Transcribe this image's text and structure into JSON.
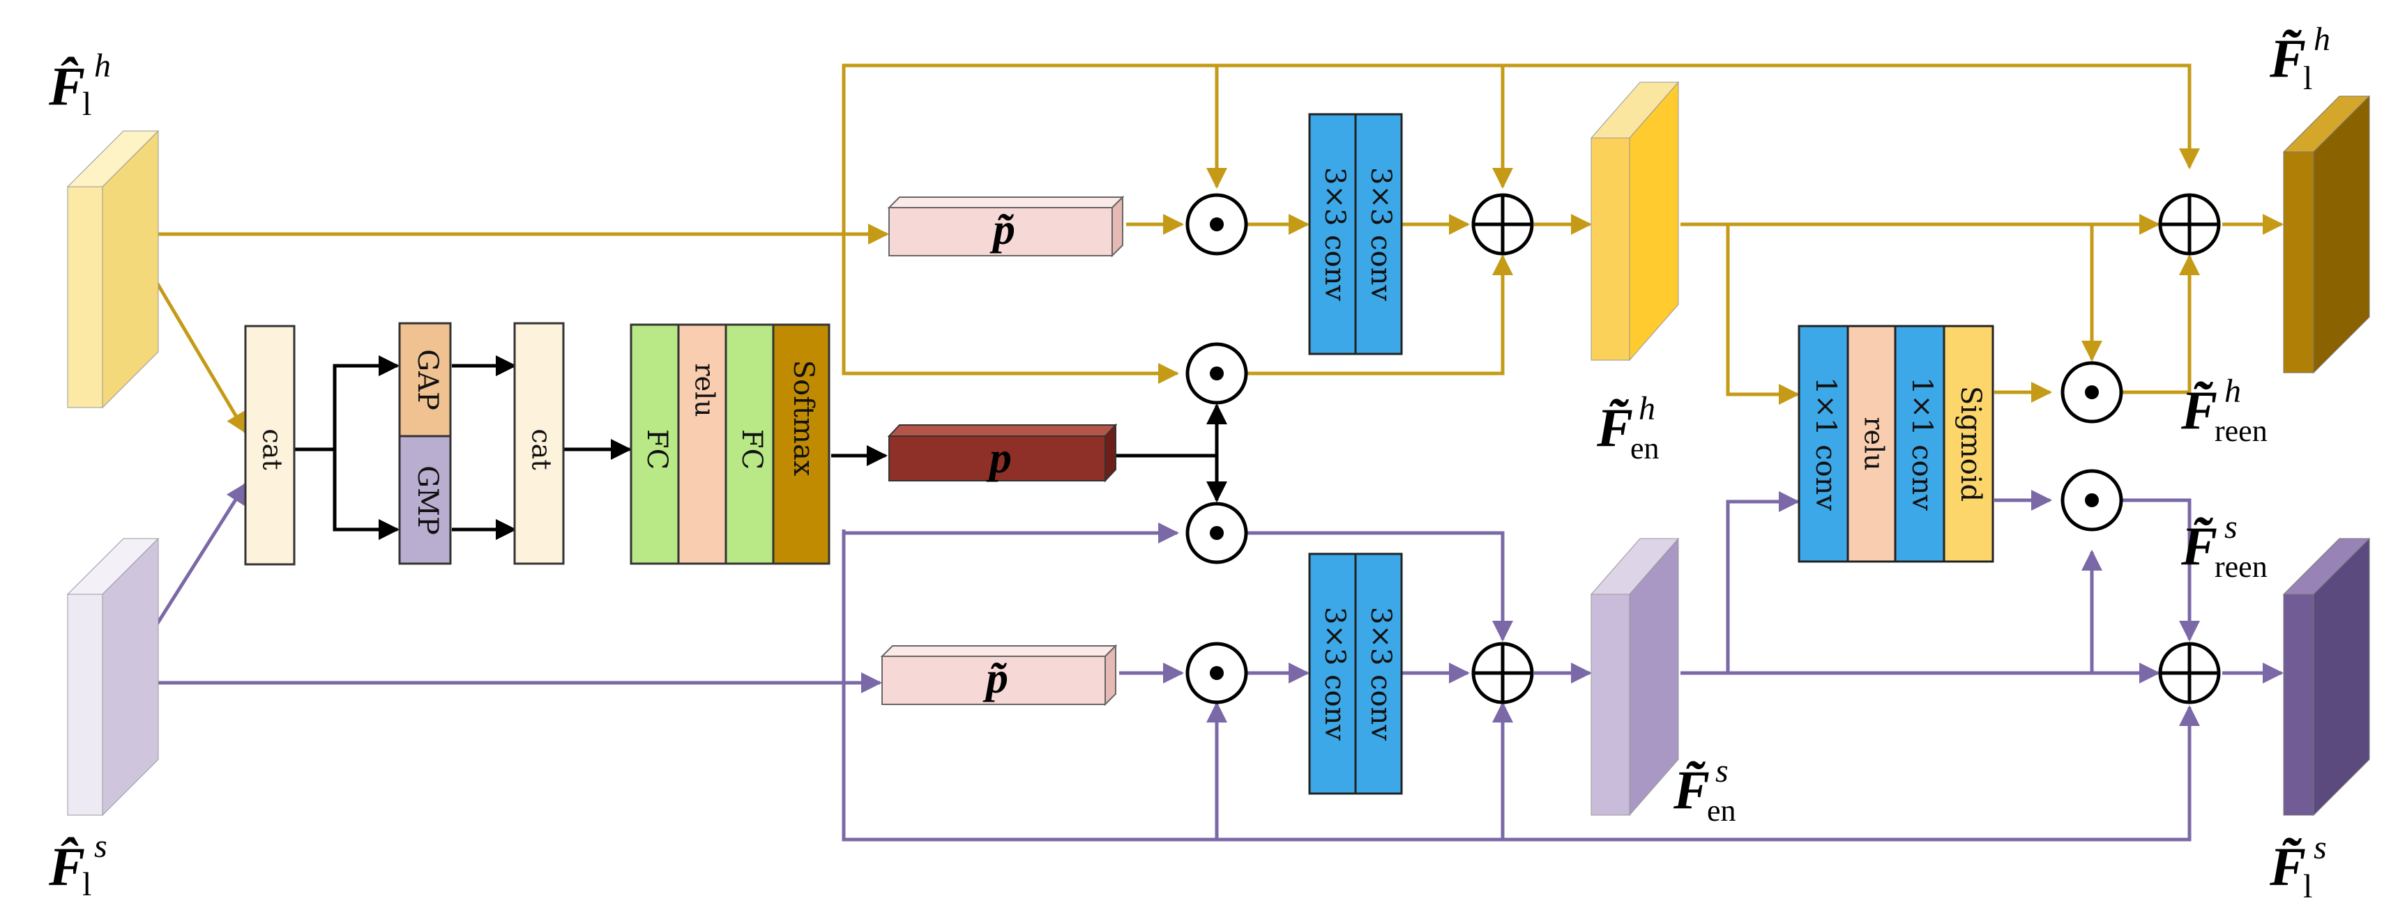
{
  "colors": {
    "gold": "#C49A16",
    "purple": "#7B68A6",
    "black": "#000000",
    "gold_light": "#FCE9A6",
    "gold_mid": "#F7C94A",
    "gold_dark": "#A87C00",
    "lavender_light": "#E4DDEC",
    "lavender_mid": "#B3A3C9",
    "purple_dark": "#6B4E8B",
    "cat_fill": "#FDF3DD",
    "gap_fill": "#F1C291",
    "gmp_fill": "#B9AED0",
    "fc_fill": "#B8E986",
    "relu_fill": "#F9CDB0",
    "softmax_fill": "#C08B00",
    "conv_blue": "#3DA8E8",
    "sigmoid_fill": "#FCD66B",
    "p_tilde_fill": "#F6D9D6",
    "p_fill": "#8E3027"
  },
  "blocks": {
    "cat1": "cat",
    "gap": "GAP",
    "gmp": "GMP",
    "cat2": "cat",
    "fc1": "FC",
    "relu1": "relu",
    "fc2": "FC",
    "softmax": "Softmax",
    "conv_a": "3×3  conv",
    "conv_b": "3×3  conv",
    "conv_c": "3×3  conv",
    "conv_d": "3×3  conv",
    "conv1x1_a": "1×1  conv",
    "relu2": "relu",
    "conv1x1_b": "1×1  conv",
    "sigmoid": "Sigmoid",
    "p_tilde": "p̃",
    "p": "p"
  },
  "operators": {
    "mul": "⊙",
    "add": "⊕"
  },
  "features": {
    "in_h": {
      "base": "F̂",
      "sub": "l",
      "sup": "h"
    },
    "in_s": {
      "base": "F̂",
      "sub": "l",
      "sup": "s"
    },
    "en_h": {
      "base": "F̃",
      "sub": "en",
      "sup": "h"
    },
    "en_s": {
      "base": "F̃",
      "sub": "en",
      "sup": "s"
    },
    "reen_h": {
      "base": "F̃",
      "sub": "reen",
      "sup": "h"
    },
    "reen_s": {
      "base": "F̃",
      "sub": "reen",
      "sup": "s"
    },
    "out_h": {
      "base": "F̃",
      "sub": "l",
      "sup": "h"
    },
    "out_s": {
      "base": "F̃",
      "sub": "l",
      "sup": "s"
    }
  }
}
